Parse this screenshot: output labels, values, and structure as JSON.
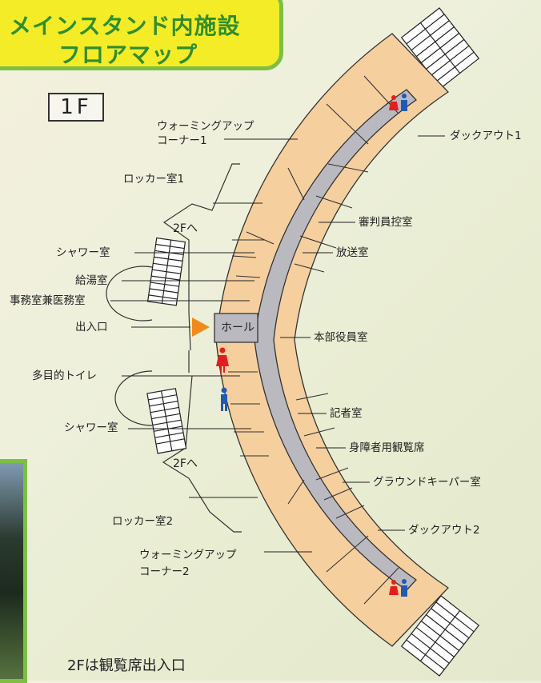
{
  "header": {
    "title_line1": "メインスタンド内施設",
    "title_line2": "フロアマップ"
  },
  "floor_label": "1F",
  "hall_label": "ホール",
  "stair_labels": {
    "upper": "2Fへ",
    "lower": "2Fへ"
  },
  "rooms": {
    "warmup_1_line1": "ウォーミングアップ",
    "warmup_1_line2": "コーナー1",
    "locker_1": "ロッカー室1",
    "shower_1": "シャワー室",
    "kyuto": "給湯室",
    "office_medical": "事務室兼医務室",
    "entrance": "出入口",
    "multi_toilet": "多目的トイレ",
    "shower_2": "シャワー室",
    "locker_2": "ロッカー室2",
    "warmup_2_line1": "ウォーミングアップ",
    "warmup_2_line2": "コーナー2",
    "dugout_1": "ダックアウト1",
    "referee": "審判員控室",
    "broadcast": "放送室",
    "hq_officials": "本部役員室",
    "press": "記者室",
    "disabled_seats": "身障者用観覧席",
    "groundkeeper": "グラウンドキーパー室",
    "dugout_2": "ダックアウト2"
  },
  "footer_note": "2Fは観覧席出入口",
  "colors": {
    "room_fill": "#f6cf9f",
    "corridor_fill": "#b9b9bf",
    "title_bg": "#f4ec27",
    "title_border": "#7dbf45",
    "title_text": "#2f8e2f",
    "entrance_arrow": "#f08a1c",
    "restroom_female": "#e02020",
    "restroom_male": "#1f5bb5"
  },
  "icons": [
    "restroom-icon",
    "female-toilet-icon",
    "male-toilet-icon",
    "entrance-arrow-icon",
    "stairs-icon"
  ]
}
